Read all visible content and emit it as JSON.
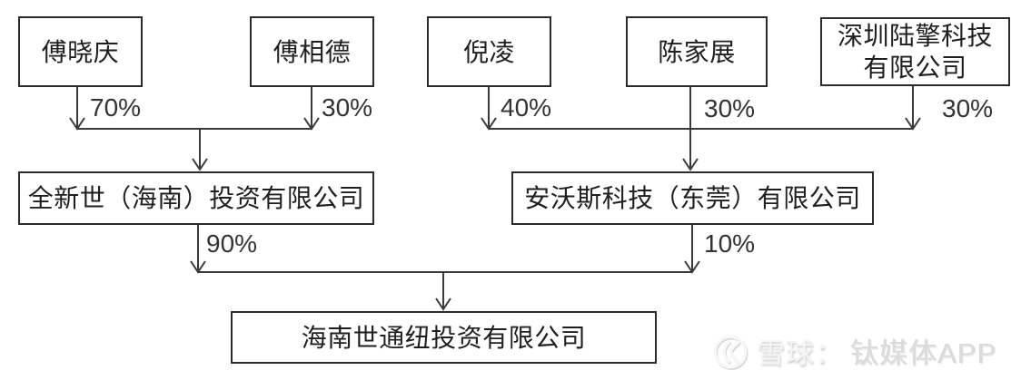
{
  "diagram": {
    "type": "equity-structure-flowchart",
    "nodes": {
      "fu_xiaoqing": {
        "label": "傅晓庆"
      },
      "fu_xiangde": {
        "label": "傅相德"
      },
      "ni_ling": {
        "label": "倪凌"
      },
      "chen_jiazhan": {
        "label": "陈家展"
      },
      "shenzhen_luqing": {
        "label": "深圳陆擎科技\n有限公司",
        "full_name": "深圳陆擎科技有限公司"
      },
      "quanxinshi": {
        "label": "全新世（海南）投资有限公司"
      },
      "anwosi": {
        "label": "安沃斯科技（东莞）有限公司"
      },
      "hainan_shitongniu": {
        "label": "海南世通纽投资有限公司"
      }
    },
    "edges": [
      {
        "from": "傅晓庆",
        "to": "全新世（海南）投资有限公司",
        "percent": "70%"
      },
      {
        "from": "傅相德",
        "to": "全新世（海南）投资有限公司",
        "percent": "30%"
      },
      {
        "from": "倪凌",
        "to": "安沃斯科技（东莞）有限公司",
        "percent": "40%"
      },
      {
        "from": "陈家展",
        "to": "安沃斯科技（东莞）有限公司",
        "percent": "30%"
      },
      {
        "from": "深圳陆擎科技有限公司",
        "to": "安沃斯科技（东莞）有限公司",
        "percent": "30%"
      },
      {
        "from": "全新世（海南）投资有限公司",
        "to": "海南世通纽投资有限公司",
        "percent": "90%"
      },
      {
        "from": "安沃斯科技（东莞）有限公司",
        "to": "海南世通纽投资有限公司",
        "percent": "10%"
      }
    ]
  },
  "watermark": {
    "logo": "xueqiu-snowball-icon",
    "prefix": "雪球：",
    "suffix": "钛媒体APP"
  },
  "colors": {
    "background": "#ffffff",
    "box_border": "#2b2b2b",
    "line": "#3a3a3a",
    "text": "#1f1f1f",
    "percent_text": "#333333",
    "watermark_light": "#f5f5f5",
    "watermark_gray": "#dbdbdb"
  }
}
